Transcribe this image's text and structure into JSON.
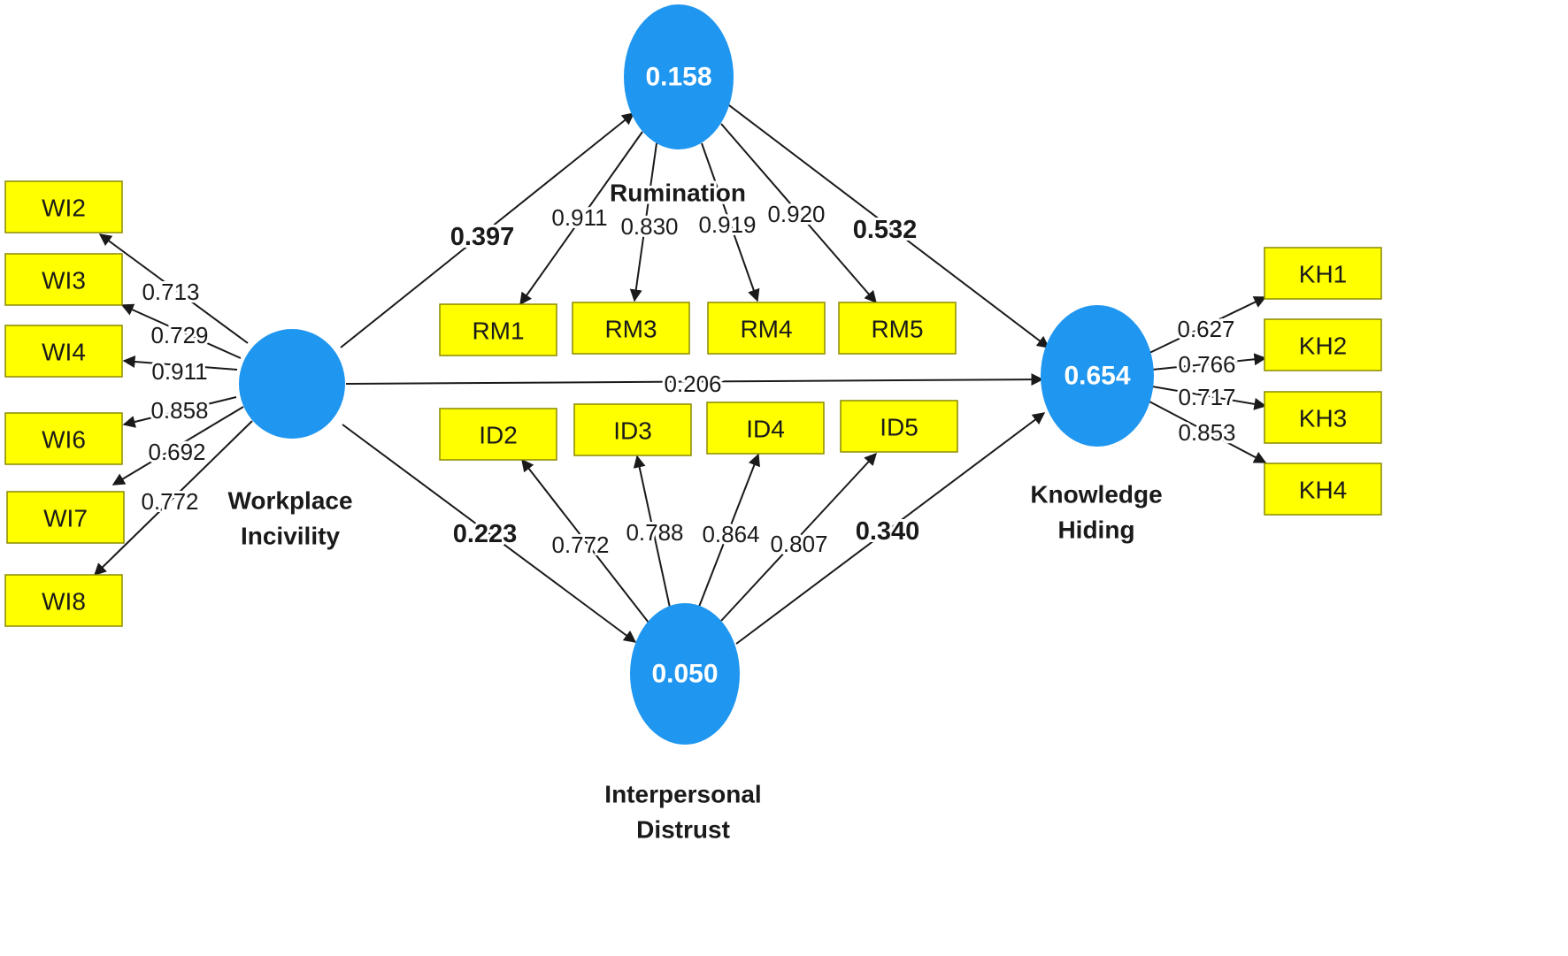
{
  "colors": {
    "construct_fill": "#1f96f0",
    "indicator_fill": "#ffff00",
    "edge": "#1a1a1a"
  },
  "constructs": {
    "wi": {
      "name_lines": [
        "Workplace",
        "Incivility"
      ],
      "r2": ""
    },
    "rm": {
      "name_lines": [
        "Rumination"
      ],
      "r2": "0.158"
    },
    "id": {
      "name_lines": [
        "Interpersonal",
        "Distrust"
      ],
      "r2": "0.050"
    },
    "kh": {
      "name_lines": [
        "Knowledge",
        "Hiding"
      ],
      "r2": "0.654"
    }
  },
  "indicators": {
    "wi": [
      {
        "label": "WI2",
        "loading": "0.713"
      },
      {
        "label": "WI3",
        "loading": "0.729"
      },
      {
        "label": "WI4",
        "loading": "0.911"
      },
      {
        "label": "WI6",
        "loading": "0.858"
      },
      {
        "label": "WI7",
        "loading": "0.692"
      },
      {
        "label": "WI8",
        "loading": "0.772"
      }
    ],
    "rm": [
      {
        "label": "RM1",
        "loading": "0.911"
      },
      {
        "label": "RM3",
        "loading": "0.830"
      },
      {
        "label": "RM4",
        "loading": "0.919"
      },
      {
        "label": "RM5",
        "loading": "0.920"
      }
    ],
    "id": [
      {
        "label": "ID2",
        "loading": "0.772"
      },
      {
        "label": "ID3",
        "loading": "0.788"
      },
      {
        "label": "ID4",
        "loading": "0.864"
      },
      {
        "label": "ID5",
        "loading": "0.807"
      }
    ],
    "kh": [
      {
        "label": "KH1",
        "loading": "0.627"
      },
      {
        "label": "KH2",
        "loading": "0.766"
      },
      {
        "label": "KH3",
        "loading": "0.717"
      },
      {
        "label": "KH4",
        "loading": "0.853"
      }
    ]
  },
  "paths": {
    "wi_rm": "0.397",
    "wi_id": "0.223",
    "wi_kh": "0.206",
    "rm_kh": "0.532",
    "id_kh": "0.340"
  }
}
